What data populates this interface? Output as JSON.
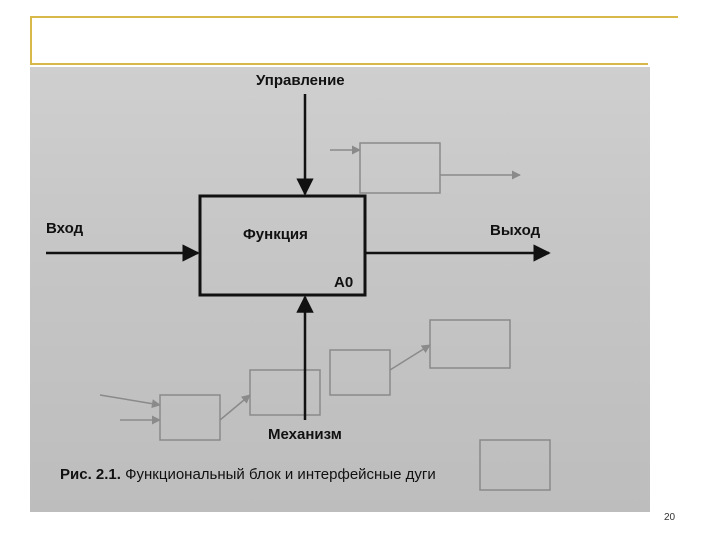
{
  "diagram": {
    "control_label": "Управление",
    "input_label": "Вход",
    "function_label": "Функция",
    "output_label": "Выход",
    "block_id": "A0",
    "mechanism_label": "Механизм"
  },
  "caption": {
    "figure_ref": "Рис. 2.1.",
    "text": "Функциональный блок и интерфейсные дуги"
  },
  "page_number": "20",
  "colors": {
    "frame_accent": "#d9b84a",
    "scan_background": "#c6c6c6"
  }
}
